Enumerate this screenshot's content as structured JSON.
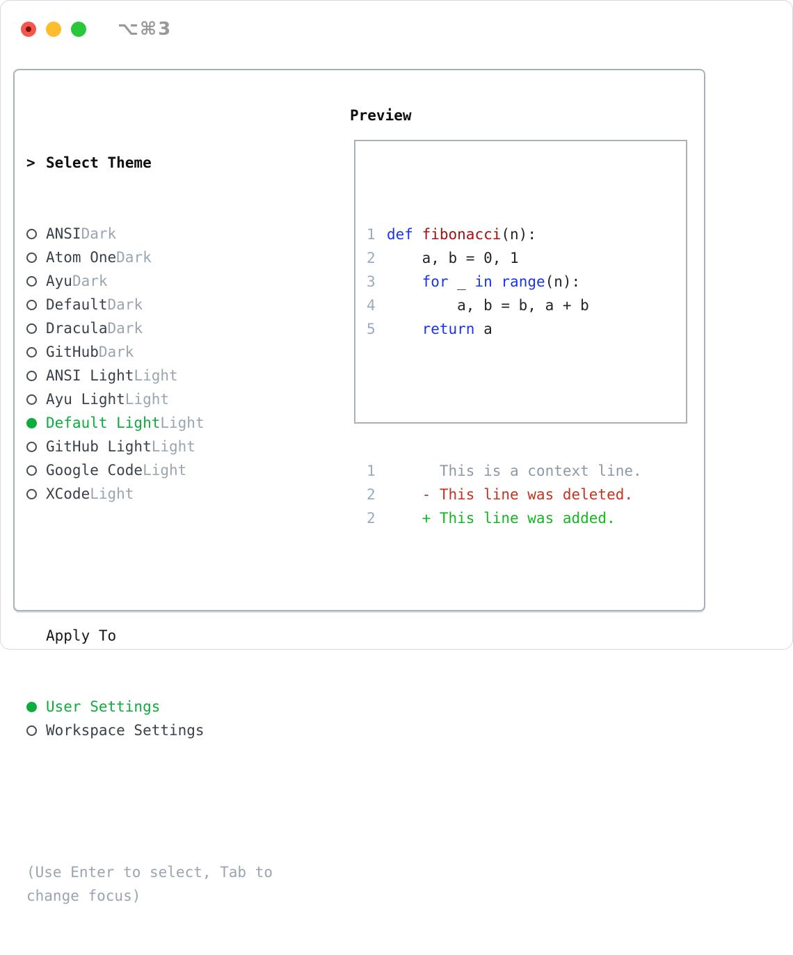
{
  "window": {
    "title": "⌥⌘3"
  },
  "traffic_lights": [
    {
      "name": "close",
      "color": "#f5564c",
      "inner_dot": "#7d1007"
    },
    {
      "name": "minimize",
      "color": "#fcbd2f"
    },
    {
      "name": "zoom",
      "color": "#29c73a"
    }
  ],
  "theme_selector": {
    "prefix": ">",
    "heading": "Select Theme",
    "items": [
      {
        "label": "ANSI",
        "variant": "Dark",
        "selected": false
      },
      {
        "label": "Atom One",
        "variant": "Dark",
        "selected": false
      },
      {
        "label": "Ayu",
        "variant": "Dark",
        "selected": false
      },
      {
        "label": "Default",
        "variant": "Dark",
        "selected": false
      },
      {
        "label": "Dracula",
        "variant": "Dark",
        "selected": false
      },
      {
        "label": "GitHub",
        "variant": "Dark",
        "selected": false
      },
      {
        "label": "ANSI Light",
        "variant": "Light",
        "selected": false
      },
      {
        "label": "Ayu Light",
        "variant": "Light",
        "selected": false
      },
      {
        "label": "Default Light",
        "variant": "Light",
        "selected": true
      },
      {
        "label": "GitHub Light",
        "variant": "Light",
        "selected": false
      },
      {
        "label": "Google Code",
        "variant": "Light",
        "selected": false
      },
      {
        "label": "XCode",
        "variant": "Light",
        "selected": false
      }
    ]
  },
  "apply_to": {
    "heading": "Apply To",
    "options": [
      {
        "label": "User Settings",
        "selected": true
      },
      {
        "label": "Workspace Settings",
        "selected": false
      }
    ]
  },
  "hint": "(Use Enter to select, Tab to change focus)",
  "preview": {
    "heading": "Preview",
    "code_lines": [
      {
        "num": "1",
        "tokens": [
          {
            "t": "def",
            "c": "keyword"
          },
          {
            "t": " ",
            "c": "plain"
          },
          {
            "t": "fibonacci",
            "c": "function"
          },
          {
            "t": "(n):",
            "c": "plain"
          }
        ]
      },
      {
        "num": "2",
        "tokens": [
          {
            "t": "    a, b = 0, 1",
            "c": "plain"
          }
        ]
      },
      {
        "num": "3",
        "tokens": [
          {
            "t": "    ",
            "c": "plain"
          },
          {
            "t": "for",
            "c": "keyword"
          },
          {
            "t": " _ ",
            "c": "plain"
          },
          {
            "t": "in",
            "c": "keyword"
          },
          {
            "t": " ",
            "c": "plain"
          },
          {
            "t": "range",
            "c": "keyword"
          },
          {
            "t": "(n):",
            "c": "plain"
          }
        ]
      },
      {
        "num": "4",
        "tokens": [
          {
            "t": "        a, b = b, a + b",
            "c": "plain"
          }
        ]
      },
      {
        "num": "5",
        "tokens": [
          {
            "t": "    ",
            "c": "plain"
          },
          {
            "t": "return",
            "c": "keyword"
          },
          {
            "t": " a",
            "c": "plain"
          }
        ]
      }
    ],
    "diff_lines": [
      {
        "num": "1",
        "text": "      This is a context line.",
        "kind": "context"
      },
      {
        "num": "2",
        "text": "    - This line was deleted.",
        "kind": "deleted"
      },
      {
        "num": "2",
        "text": "    + This line was added.",
        "kind": "added"
      }
    ]
  },
  "colors": {
    "selected": "#0cad3c",
    "keyword": "#1a34ee",
    "function": "#a31111",
    "plain": "#20252b",
    "context": "#8d99a6",
    "deleted": "#c23321",
    "added": "#14b723",
    "gutter": "#9babbd",
    "muted": "#9aa5b1",
    "primary": "#3a414a",
    "border": "#a8b0ba"
  }
}
